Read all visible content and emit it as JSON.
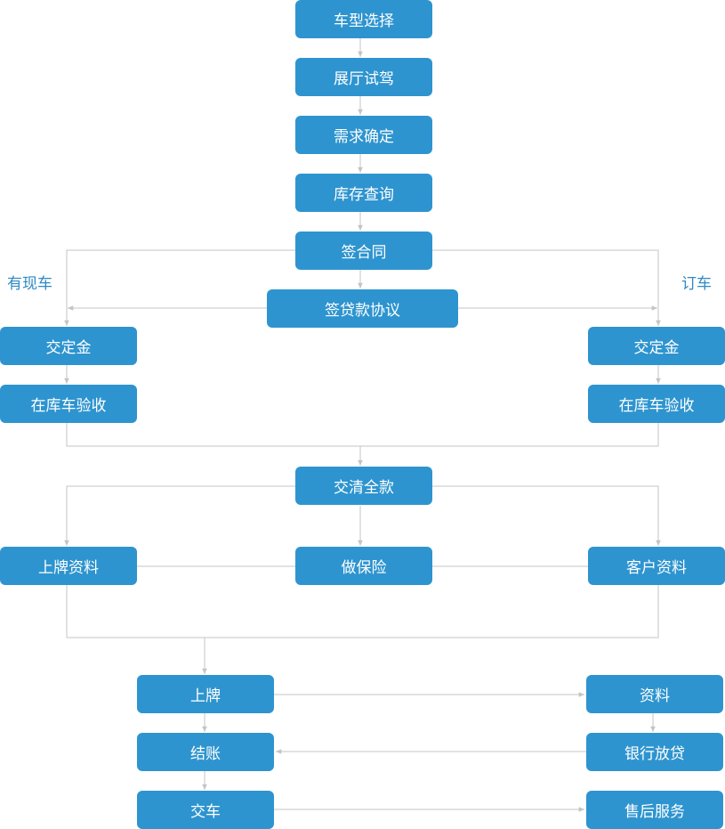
{
  "colors": {
    "box_fill": "#2e94cf",
    "box_text": "#ffffff",
    "connector": "#c4c4c4",
    "branch_label": "#2e8ac4"
  },
  "nodes": {
    "car_select": "车型选择",
    "showroom_test_drive": "展厅试驾",
    "needs_confirm": "需求确定",
    "inventory_query": "库存查询",
    "sign_contract": "签合同",
    "sign_loan_agreement": "签贷款协议",
    "deposit_left": "交定金",
    "inspect_left": "在库车验收",
    "deposit_right": "交定金",
    "inspect_right": "在库车验收",
    "pay_full": "交清全款",
    "plate_docs": "上牌资料",
    "insurance": "做保险",
    "customer_docs": "客户资料",
    "plate": "上牌",
    "docs": "资料",
    "checkout": "结账",
    "bank_loan": "银行放贷",
    "delivery": "交车",
    "after_sales": "售后服务"
  },
  "branch_labels": {
    "in_stock": "有现车",
    "order_car": "订车"
  }
}
